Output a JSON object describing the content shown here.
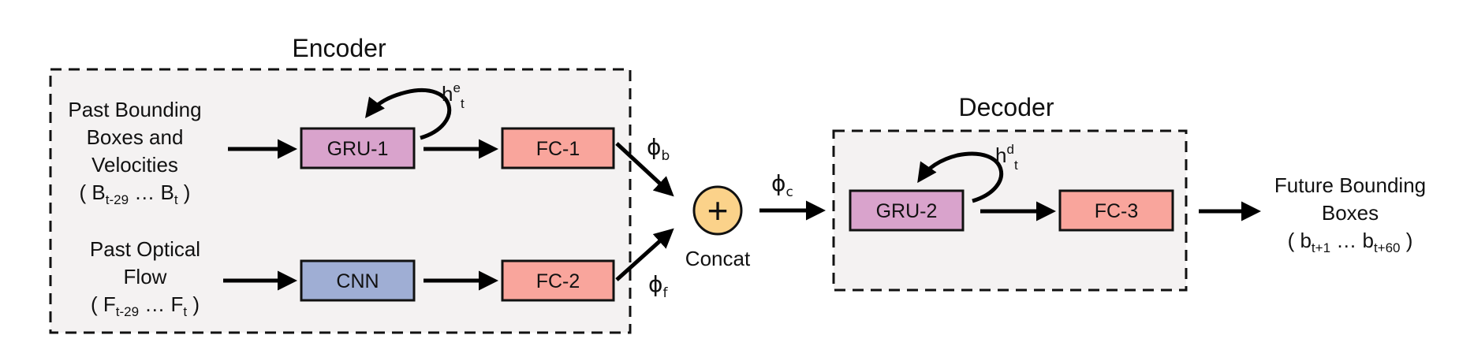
{
  "encoder": {
    "title": "Encoder",
    "input_bbox": {
      "lines": [
        "Past Bounding",
        "Boxes and",
        "Velocities"
      ],
      "range": {
        "open": "( B",
        "start_sub": "t-29",
        "mid": " … B",
        "end_sub": "t",
        "close": " )"
      }
    },
    "input_flow": {
      "lines": [
        "Past Optical",
        "Flow"
      ],
      "range": {
        "open": "( F",
        "start_sub": "t-29",
        "mid": " … F",
        "end_sub": "t",
        "close": " )"
      }
    },
    "gru": {
      "label": "GRU-1",
      "color": "#d9a3cc"
    },
    "fc1": {
      "label": "FC-1",
      "color": "#f9a59c"
    },
    "cnn": {
      "label": "CNN",
      "color": "#9faed4"
    },
    "fc2": {
      "label": "FC-2",
      "color": "#f9a59c"
    },
    "hidden": {
      "base": "h",
      "sup": "e",
      "sub": "t"
    },
    "phi_b": {
      "base": "ϕ",
      "sub": "b"
    },
    "phi_f": {
      "base": "ϕ",
      "sub": "f"
    }
  },
  "concat": {
    "label": "Concat",
    "symbol": "+",
    "color": "#fbd28a"
  },
  "phi_c": {
    "base": "ϕ",
    "sub": "c"
  },
  "decoder": {
    "title": "Decoder",
    "gru": {
      "label": "GRU-2",
      "color": "#d9a3cc"
    },
    "fc3": {
      "label": "FC-3",
      "color": "#f9a59c"
    },
    "hidden": {
      "base": "h",
      "sup": "d",
      "sub": "t"
    }
  },
  "output": {
    "lines": [
      "Future Bounding",
      "Boxes"
    ],
    "range": {
      "open": "( b",
      "start_sub": "t+1",
      "mid": " … b",
      "end_sub": "t+60",
      "close": " )"
    }
  }
}
